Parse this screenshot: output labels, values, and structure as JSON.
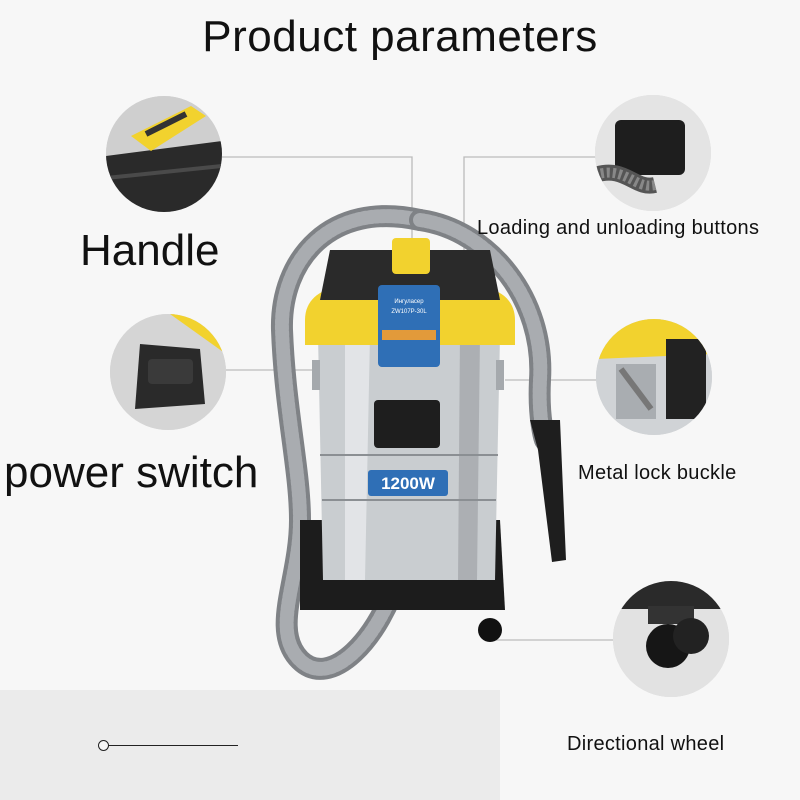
{
  "title": "Product parameters",
  "labels": {
    "handle": "Handle",
    "power_switch": "power switch",
    "loading_buttons": "Loading and unloading buttons",
    "lock_buckle": "Metal lock buckle",
    "wheel": "Directional wheel"
  },
  "product": {
    "power_badge": "1200W",
    "panel_brand": "Ингуласер",
    "panel_model": "ZW107P-30L"
  },
  "colors": {
    "accent_yellow": "#f2d22e",
    "body_steel": "#c9cdd0",
    "hose_gray": "#8c8f93",
    "base_black": "#1c1c1c",
    "badge_blue": "#2f6fb6"
  }
}
